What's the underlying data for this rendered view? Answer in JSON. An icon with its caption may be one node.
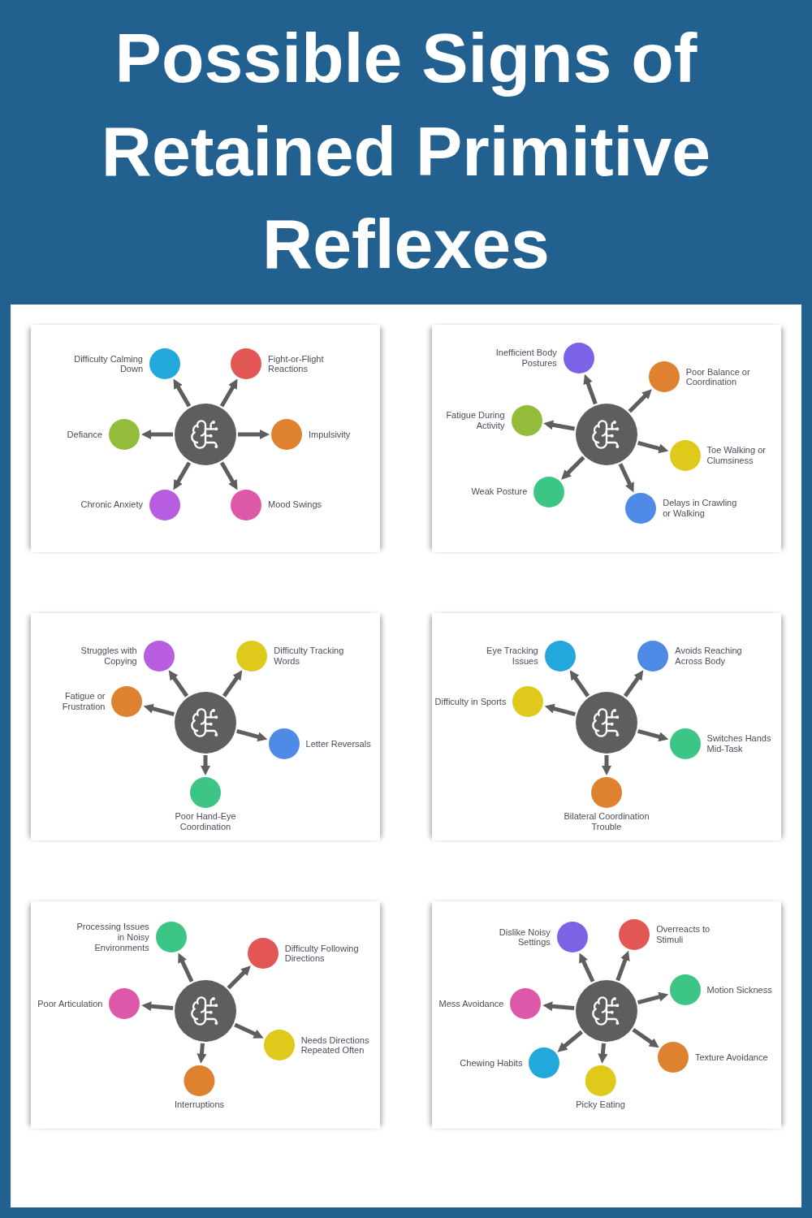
{
  "diagram": {
    "title": "Possible Signs of Retained Primitive Reflexes",
    "nodes": [
      {
        "text": [],
        "shape": "box"
      },
      {
        "text": [],
        "shape": "circle",
        "in": 0
      },
      {
        "text": [
          "Difficulty Calming Down"
        ],
        "in": 0
      },
      {
        "text": [
          "Fight-or-Flight Reactions"
        ],
        "in": 0
      },
      {
        "text": [
          "Defiance"
        ],
        "in": 0
      },
      {
        "text": [
          "Impulsivity"
        ],
        "in": 0
      },
      {
        "text": [
          "Chronic Anxiety"
        ],
        "in": 0
      },
      {
        "text": [
          "Mood Swings"
        ],
        "in": 0
      },
      {
        "text": [],
        "shape": "box"
      },
      {
        "text": [],
        "shape": "circle",
        "in": 8
      },
      {
        "text": [
          "Inefficient Body Postures"
        ],
        "in": 8
      },
      {
        "text": [
          "Poor Balance or Coordination"
        ],
        "in": 8
      },
      {
        "text": [
          "Fatigue During Activity"
        ],
        "in": 8
      },
      {
        "text": [
          "Toe Walking or Clumsiness"
        ],
        "in": 8
      },
      {
        "text": [
          "Weak Posture"
        ],
        "in": 8
      },
      {
        "text": [
          "Delays in Crawling or Walking"
        ],
        "in": 8
      },
      {
        "text": [],
        "shape": "box"
      },
      {
        "text": [],
        "shape": "circle",
        "in": 16
      },
      {
        "text": [
          "Struggles with Copying"
        ],
        "in": 16
      },
      {
        "text": [
          "Difficulty Tracking Words"
        ],
        "in": 16
      },
      {
        "text": [
          "Fatigue or Frustration"
        ],
        "in": 16
      },
      {
        "text": [
          "Letter Reversals"
        ],
        "in": 16
      },
      {
        "text": [
          "Poor Hand-Eye Coordination"
        ],
        "in": 16
      },
      {
        "text": [],
        "shape": "box"
      },
      {
        "text": [],
        "shape": "circle",
        "in": 23
      },
      {
        "text": [
          "Eye Tracking Issues"
        ],
        "in": 23
      },
      {
        "text": [
          "Avoids Reaching Across Body"
        ],
        "in": 23
      },
      {
        "text": [
          "Difficulty in Sports"
        ],
        "in": 23
      },
      {
        "text": [
          "Switches Hands Mid-Task"
        ],
        "in": 23
      },
      {
        "text": [
          "Bilateral Coordination Trouble"
        ],
        "in": 23
      },
      {
        "text": [],
        "shape": "box"
      },
      {
        "text": [],
        "shape": "circle",
        "in": 30
      },
      {
        "text": [
          "Processing Issues in Noisy Environments"
        ],
        "in": 30
      },
      {
        "text": [
          "Difficulty Following Directions"
        ],
        "in": 30
      },
      {
        "text": [
          "Poor Articulation"
        ],
        "in": 30
      },
      {
        "text": [
          "Needs Directions Repeated Often"
        ],
        "in": 30
      },
      {
        "text": [
          "Interruptions"
        ],
        "in": 30
      },
      {
        "text": [],
        "shape": "box"
      },
      {
        "text": [],
        "shape": "circle",
        "in": 37
      },
      {
        "text": [
          "Dislike Noisy Settings"
        ],
        "in": 37
      },
      {
        "text": [
          "Overreacts to Stimuli"
        ],
        "in": 37
      },
      {
        "text": [
          "Motion Sickness"
        ],
        "in": 37
      },
      {
        "text": [
          "Mess Avoidance"
        ],
        "in": 37
      },
      {
        "text": [
          "Texture Avoidance"
        ],
        "in": 37
      },
      {
        "text": [
          "Chewing Habits"
        ],
        "in": 37
      },
      {
        "text": [
          "Picky Eating"
        ],
        "in": 37
      }
    ],
    "edges": [
      {
        "from": 1,
        "to": 2,
        "arrow": "to"
      },
      {
        "from": 1,
        "to": 3,
        "arrow": "to"
      },
      {
        "from": 1,
        "to": 4,
        "arrow": "to"
      },
      {
        "from": 1,
        "to": 5,
        "arrow": "to"
      },
      {
        "from": 1,
        "to": 6,
        "arrow": "to"
      },
      {
        "from": 1,
        "to": 7,
        "arrow": "to"
      },
      {
        "from": 9,
        "to": 10,
        "arrow": "to"
      },
      {
        "from": 9,
        "to": 11,
        "arrow": "to"
      },
      {
        "from": 9,
        "to": 12,
        "arrow": "to"
      },
      {
        "from": 9,
        "to": 13,
        "arrow": "to"
      },
      {
        "from": 9,
        "to": 14,
        "arrow": "to"
      },
      {
        "from": 9,
        "to": 15,
        "arrow": "to"
      },
      {
        "from": 17,
        "to": 18,
        "arrow": "to"
      },
      {
        "from": 17,
        "to": 19,
        "arrow": "to"
      },
      {
        "from": 17,
        "to": 20,
        "arrow": "to"
      },
      {
        "from": 17,
        "to": 21,
        "arrow": "to"
      },
      {
        "from": 17,
        "to": 22,
        "arrow": "to"
      },
      {
        "from": 24,
        "to": 25,
        "arrow": "to"
      },
      {
        "from": 24,
        "to": 26,
        "arrow": "to"
      },
      {
        "from": 24,
        "to": 27,
        "arrow": "to"
      },
      {
        "from": 24,
        "to": 28,
        "arrow": "to"
      },
      {
        "from": 24,
        "to": 29,
        "arrow": "to"
      },
      {
        "from": 31,
        "to": 32,
        "arrow": "to"
      },
      {
        "from": 31,
        "to": 33,
        "arrow": "to"
      },
      {
        "from": 31,
        "to": 34,
        "arrow": "to"
      },
      {
        "from": 31,
        "to": 35,
        "arrow": "to"
      },
      {
        "from": 31,
        "to": 36,
        "arrow": "to"
      },
      {
        "from": 38,
        "to": 39,
        "arrow": "to"
      },
      {
        "from": 38,
        "to": 40,
        "arrow": "to"
      },
      {
        "from": 38,
        "to": 41,
        "arrow": "to"
      },
      {
        "from": 38,
        "to": 42,
        "arrow": "to"
      },
      {
        "from": 38,
        "to": 43,
        "arrow": "to"
      },
      {
        "from": 38,
        "to": 44,
        "arrow": "to"
      },
      {
        "from": 38,
        "to": 45,
        "arrow": "to"
      }
    ]
  }
}
